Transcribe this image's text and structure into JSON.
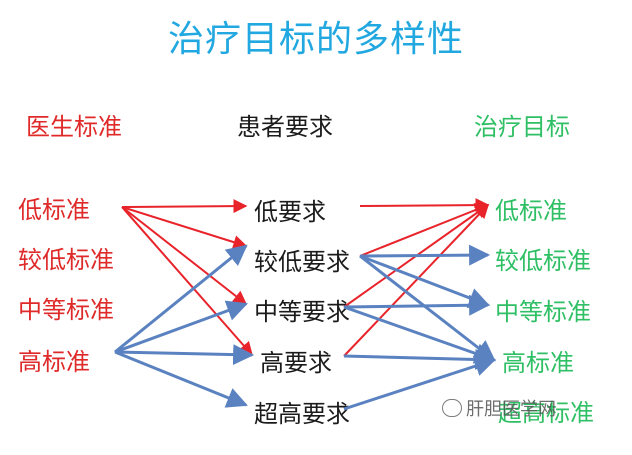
{
  "title": "治疗目标的多样性",
  "headers": {
    "doctor": "医生标准",
    "patient": "患者要求",
    "goal": "治疗目标"
  },
  "doctor_standards": [
    "低标准",
    "较低标准",
    "中等标准",
    "高标准"
  ],
  "patient_requirements": [
    "低要求",
    "较低要求",
    "中等要求",
    "高要求",
    "超高要求"
  ],
  "treatment_goals": [
    "低标准",
    "较低标准",
    "中等标准",
    "高标准",
    "超高标准"
  ],
  "watermark": "肝胆医学网",
  "colors": {
    "title": "#22a8e0",
    "doctor": "#df2a2a",
    "goal": "#2fbf64",
    "red_arrow": "#e8232a",
    "blue_arrow": "#5b82c0"
  },
  "links": [
    {
      "from": "doctor.0",
      "to": "patient.0",
      "color": "red"
    },
    {
      "from": "doctor.0",
      "to": "patient.1",
      "color": "red"
    },
    {
      "from": "doctor.0",
      "to": "patient.2",
      "color": "red"
    },
    {
      "from": "doctor.0",
      "to": "patient.3",
      "color": "red"
    },
    {
      "from": "doctor.3",
      "to": "patient.1",
      "color": "blue"
    },
    {
      "from": "doctor.3",
      "to": "patient.2",
      "color": "blue"
    },
    {
      "from": "doctor.3",
      "to": "patient.3",
      "color": "blue"
    },
    {
      "from": "doctor.3",
      "to": "patient.4",
      "color": "blue"
    },
    {
      "from": "patient.0",
      "to": "goal.0",
      "color": "red"
    },
    {
      "from": "patient.1",
      "to": "goal.0",
      "color": "red"
    },
    {
      "from": "patient.2",
      "to": "goal.0",
      "color": "red"
    },
    {
      "from": "patient.3",
      "to": "goal.0",
      "color": "red"
    },
    {
      "from": "patient.1",
      "to": "goal.1",
      "color": "blue"
    },
    {
      "from": "patient.1",
      "to": "goal.2",
      "color": "blue"
    },
    {
      "from": "patient.1",
      "to": "goal.3",
      "color": "blue"
    },
    {
      "from": "patient.2",
      "to": "goal.2",
      "color": "blue"
    },
    {
      "from": "patient.2",
      "to": "goal.3",
      "color": "blue"
    },
    {
      "from": "patient.3",
      "to": "goal.3",
      "color": "blue"
    },
    {
      "from": "patient.4",
      "to": "goal.3",
      "color": "blue"
    }
  ]
}
